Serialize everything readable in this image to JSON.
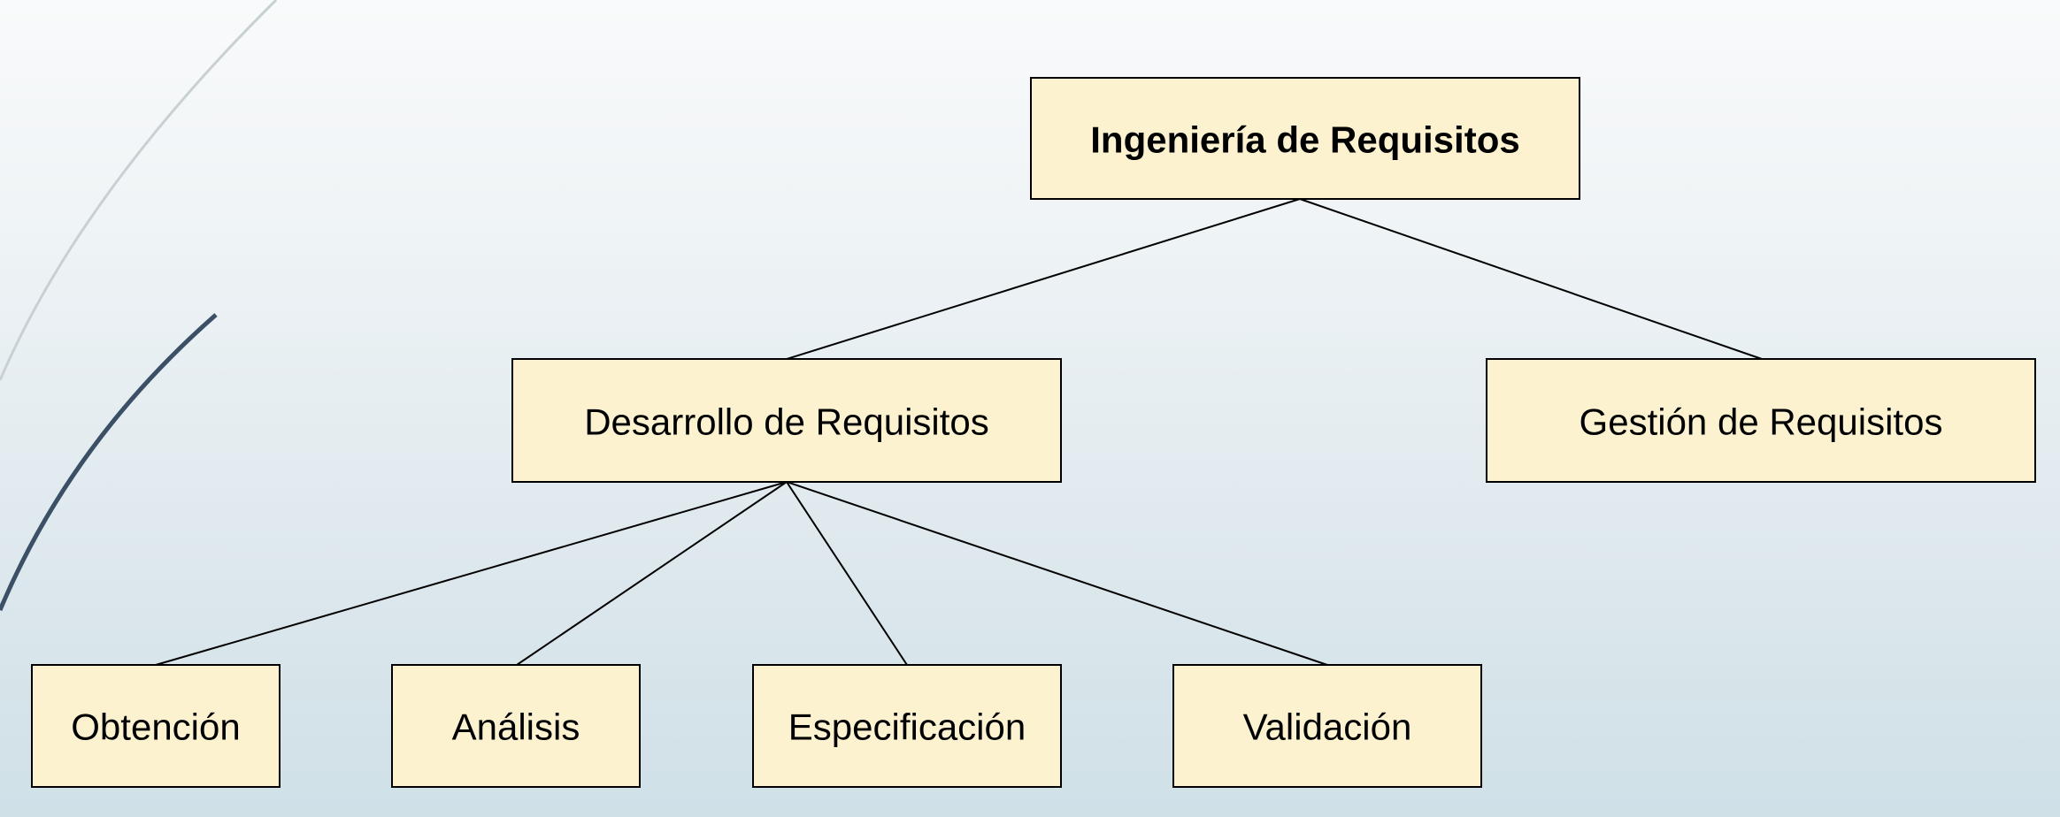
{
  "diagram": {
    "root": {
      "label": "Ingeniería de Requisitos",
      "children": [
        {
          "label": "Desarrollo de Requisitos",
          "children": [
            {
              "label": "Obtención"
            },
            {
              "label": "Análisis"
            },
            {
              "label": "Especificación"
            },
            {
              "label": "Validación"
            }
          ]
        },
        {
          "label": "Gestión de Requisitos"
        }
      ]
    }
  },
  "colors": {
    "node_fill": "#fdf2d0",
    "node_stroke": "#000000",
    "arc_outer": "#c9d0d4",
    "arc_inner": "#3b5066"
  }
}
